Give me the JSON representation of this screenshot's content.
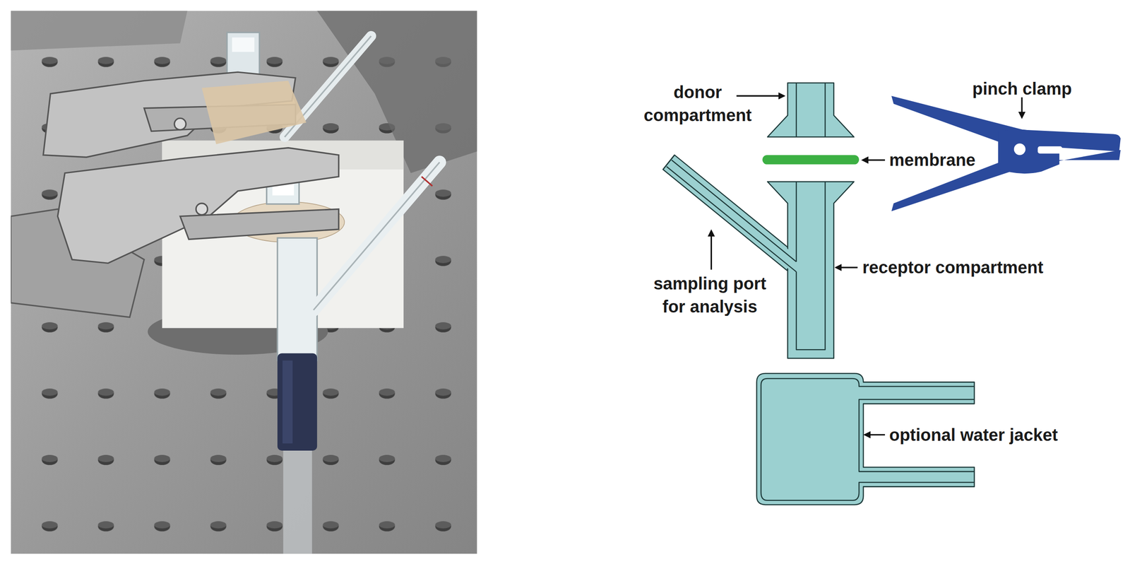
{
  "diagram": {
    "labels": [
      "donor compartment",
      "pinch clamp",
      "membrane",
      "sampling port for analysis",
      "receptor compartment",
      "optional water jacket"
    ]
  }
}
